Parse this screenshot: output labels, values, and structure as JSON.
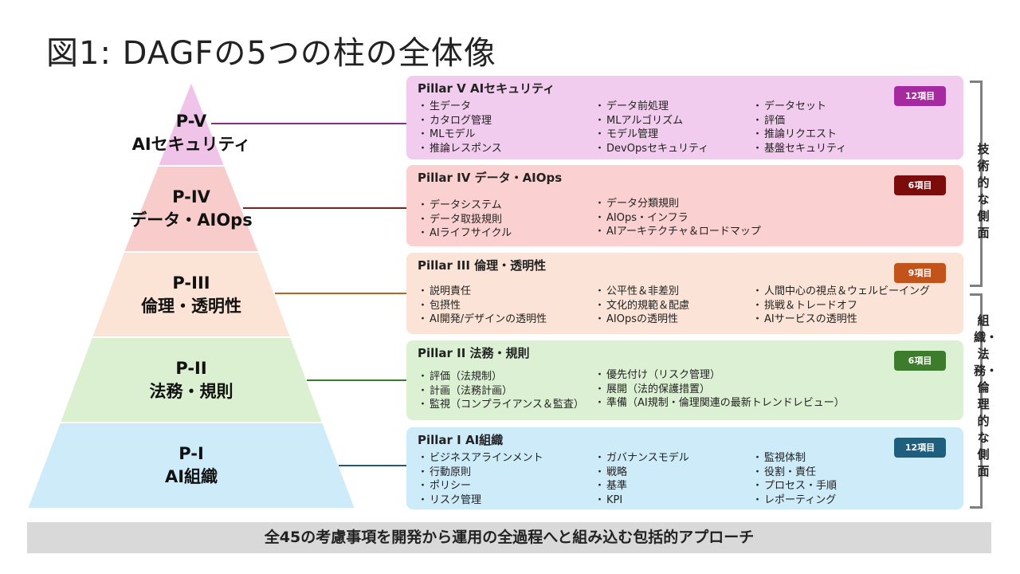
{
  "title": "図1: DAGFの5つの柱の全体像",
  "pyramid": [
    {
      "id": "P-V",
      "name": "AIセキュリティ",
      "fill": "#efc4e8",
      "line": "#8b2c8c"
    },
    {
      "id": "P-IV",
      "name": "データ・AIOps",
      "fill": "#f9cccc",
      "line": "#8b1a1a"
    },
    {
      "id": "P-III",
      "name": "倫理・透明性",
      "fill": "#fbe3d6",
      "line": "#b8621c"
    },
    {
      "id": "P-II",
      "name": "法務・規則",
      "fill": "#dbf0d1",
      "line": "#3a7a2a"
    },
    {
      "id": "P-I",
      "name": "AI組織",
      "fill": "#cdebf8",
      "line": "#1f5a80"
    }
  ],
  "cards": [
    {
      "title": "Pillar V AIセキュリティ",
      "badge": "12項目",
      "bg": "#f2ccee",
      "badge_color": "#a52aa0",
      "columns": [
        [
          "生データ",
          "カタログ管理",
          "MLモデル",
          "推論レスポンス"
        ],
        [
          "データ前処理",
          "MLアルゴリズム",
          "モデル管理",
          "DevOpsセキュリティ"
        ],
        [
          "データセット",
          "評価",
          "推論リクエスト",
          "基盤セキュリティ"
        ]
      ]
    },
    {
      "title": "Pillar IV データ・AIOps",
      "badge": "6項目",
      "bg": "#fbd0d0",
      "badge_color": "#7a0c0c",
      "columns": [
        [
          "データシステム",
          "データ取扱規則",
          "AIライフサイクル"
        ],
        [
          "データ分類規則",
          "AIOps・インフラ",
          "AIアーキテクチャ＆ロードマップ"
        ]
      ]
    },
    {
      "title": "Pillar III 倫理・透明性",
      "badge": "9項目",
      "bg": "#fbe4d7",
      "badge_color": "#c2541b",
      "columns": [
        [
          "説明責任",
          "包摂性",
          "AI開発/デザインの透明性"
        ],
        [
          "公平性＆非差別",
          "文化的規範＆配慮",
          "AIOpsの透明性"
        ],
        [
          "人間中心の視点＆ウェルビーイング",
          "挑戦＆トレードオフ",
          "AIサービスの透明性"
        ]
      ]
    },
    {
      "title": "Pillar II 法務・規則",
      "badge": "6項目",
      "bg": "#dcf1d3",
      "badge_color": "#3d7c2c",
      "columns": [
        [
          "評価（法規制）",
          "計画（法務計画）",
          "監視（コンプライアンス＆監査）"
        ],
        [
          "優先付け（リスク管理）",
          "展開（法的保護措置）",
          "準備（AI規制・倫理関連の最新トレンドレビュー）"
        ]
      ]
    },
    {
      "title": "Pillar I AI組織",
      "badge": "12項目",
      "bg": "#cdebf8",
      "badge_color": "#1f5f7e",
      "columns": [
        [
          "ビジネスアラインメント",
          "行動原則",
          "ポリシー",
          "リスク管理"
        ],
        [
          "ガバナンスモデル",
          "戦略",
          "基準",
          "KPI"
        ],
        [
          "監視体制",
          "役割・責任",
          "プロセス・手順",
          "レポーティング"
        ]
      ]
    }
  ],
  "side_labels": {
    "technical": "技術的な側面",
    "organizational": "組織・法務・倫理的な側面"
  },
  "footer": "全45の考慮事項を開発から運用の全過程へと組み込む包括的アプローチ"
}
